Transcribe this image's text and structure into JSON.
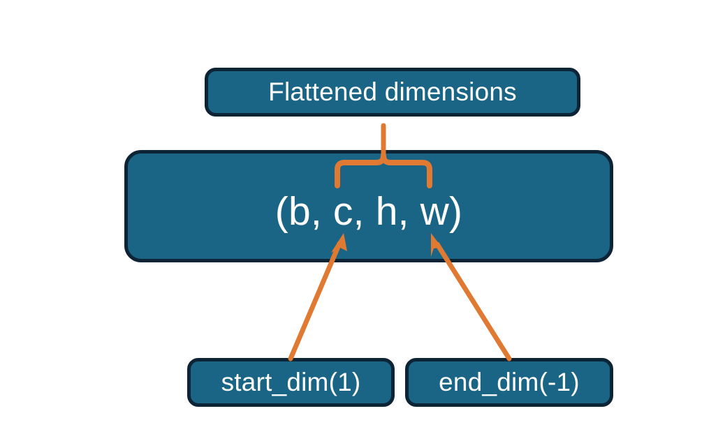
{
  "diagram": {
    "title_node": {
      "label": "Flattened dimensions"
    },
    "shape_node": {
      "label": "(b, c, h, w)"
    },
    "argument_nodes": [
      {
        "label": "start_dim(1)"
      },
      {
        "label": "end_dim(-1)"
      }
    ],
    "colors": {
      "node_fill": "#1a6585",
      "node_border": "#0c2435",
      "node_text": "#ffffff",
      "connector": "#e07a32",
      "background": "#ffffff"
    },
    "connectors": {
      "brace_name": "curly-brace-connector",
      "arrow_left_name": "start-dim-arrow",
      "arrow_right_name": "end-dim-arrow"
    }
  }
}
